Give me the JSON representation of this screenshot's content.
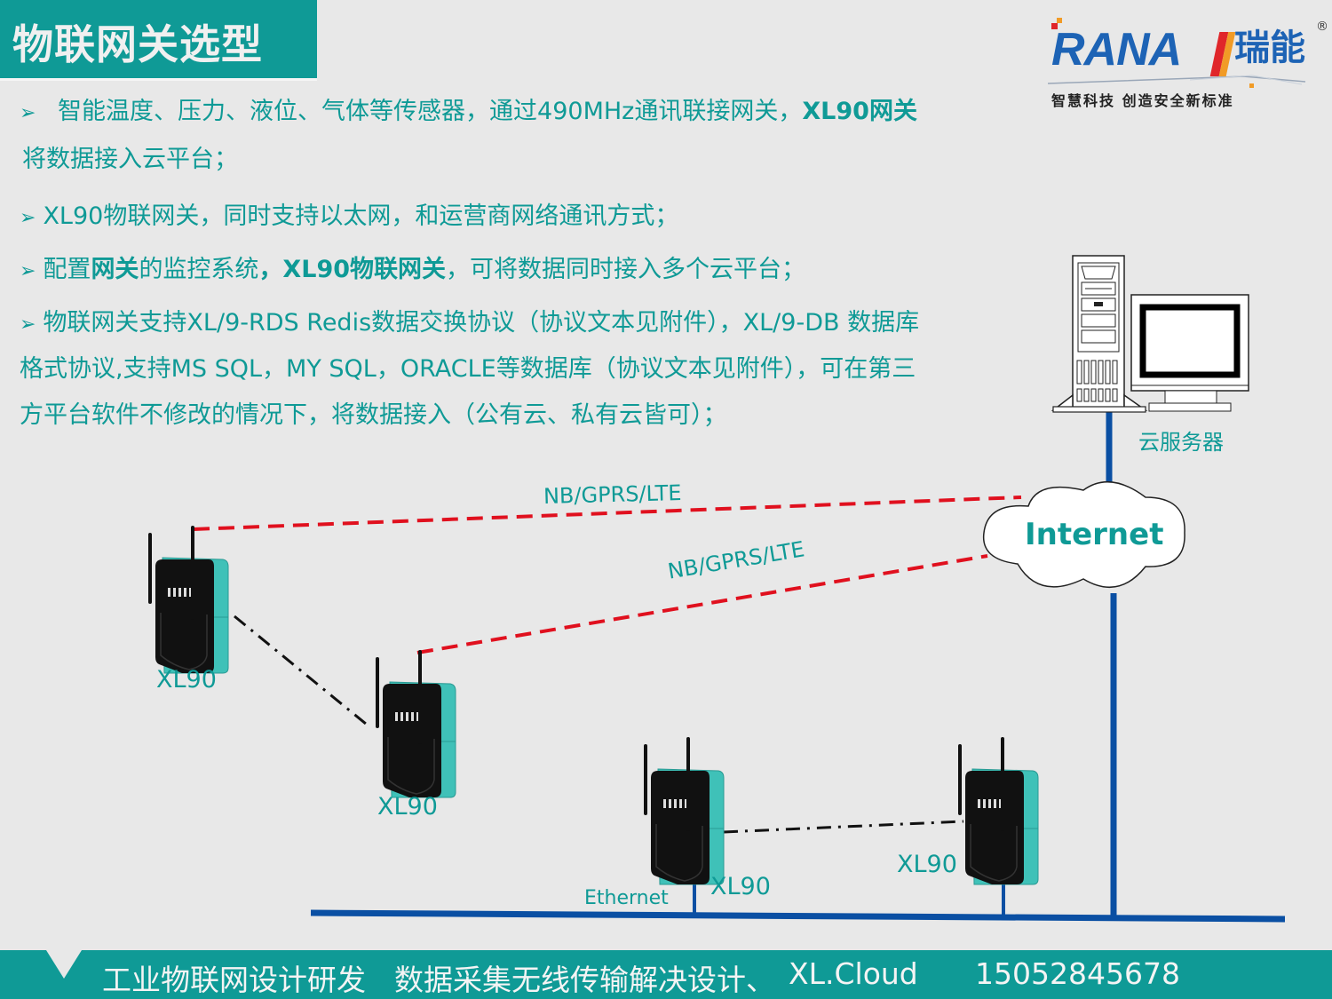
{
  "header": {
    "title": "物联网关选型",
    "logo": {
      "brand": "RANA",
      "brand_cn": "瑞能",
      "registered": "®",
      "slogan": "智慧科技  创造安全新标准"
    }
  },
  "bullets": [
    {
      "line1_a": "智能温度、压力、液位、气体等传感器，通过490MHz通讯联接网关，",
      "line1_bold": "XL90网关",
      "line2": "将数据接入云平台；"
    },
    {
      "text": "XL90物联网关，同时支持以太网，和运营商网络通讯方式；"
    },
    {
      "a": "配置",
      "bold1": "网关",
      "b": "的监控系统",
      "bold2": "，XL90物联网关",
      "c": "，可将数据同时接入多个云平台；"
    },
    {
      "line1": "物联网关支持XL/9-RDS Redis数据交换协议（协议文本见附件），XL/9-DB 数据库",
      "line2": "格式协议,支持MS  SQL，MY  SQL，ORACLE等数据库（协议文本见附件），可在第三",
      "line3": "方平台软件不修改的情况下，将数据接入（公有云、私有云皆可）；"
    }
  ],
  "diagram": {
    "server_label": "云服务器",
    "cloud_label": "Internet",
    "link_label_1": "NB/GPRS/LTE",
    "link_label_2": "NB/GPRS/LTE",
    "ethernet_label": "Ethernet",
    "gateways": [
      {
        "label": "XL90"
      },
      {
        "label": "XL90"
      },
      {
        "label": "XL90"
      },
      {
        "label": "XL90"
      }
    ],
    "colors": {
      "teal": "#0f9a96",
      "wireless_link": "#e0101e",
      "ethernet_bus": "#0a4fa3",
      "rf_link": "#111111"
    }
  },
  "footer": {
    "text1": "工业物联网设计研发",
    "text2": "数据采集无线传输解决设计、",
    "text3": "XL.Cloud",
    "phone": "15052845678"
  }
}
